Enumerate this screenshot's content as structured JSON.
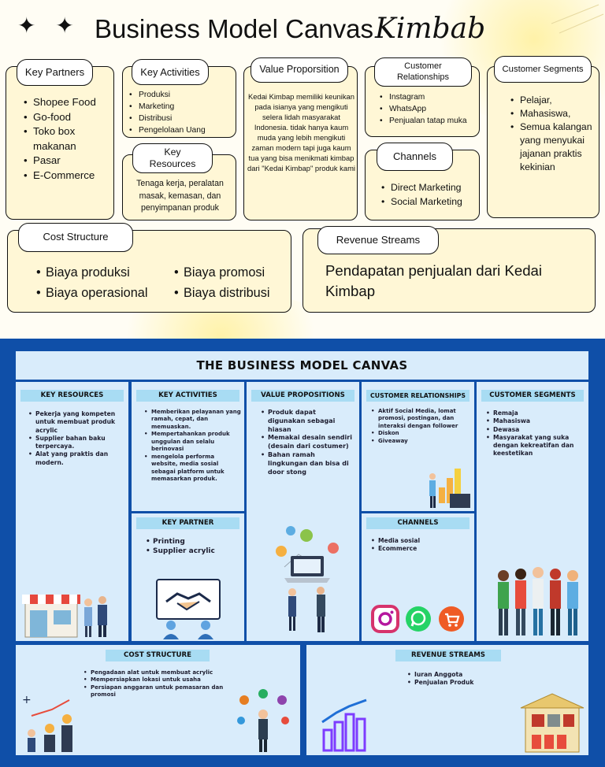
{
  "top": {
    "stars": "✦ ✦",
    "title_main": "Business Model Canvas",
    "title_script": "Kimbab",
    "key_partners": {
      "heading": "Key Partners",
      "items": [
        "Shopee Food",
        "Go-food",
        "Toko box makanan",
        "Pasar",
        "E-Commerce"
      ]
    },
    "key_activities": {
      "heading": "Key Activities",
      "items": [
        "Produksi",
        "Marketing",
        "Distribusi",
        "Pengelolaan Uang"
      ]
    },
    "key_resources": {
      "heading": "Key Resources",
      "text": "Tenaga kerja, peralatan masak, kemasan, dan penyimpanan produk"
    },
    "value_proposition": {
      "heading": "Value Proporsition",
      "text": "Kedai Kimbap memiliki keunikan pada isianya yang mengikuti selera lidah masyarakat Indonesia. tidak hanya kaum muda yang lebih mengikuti zaman modern tapi juga kaum tua yang bisa menikmati kimbap dari \"Kedai Kimbap\" produk kami"
    },
    "customer_relationships": {
      "heading": "Customer Relationships",
      "items": [
        "Instagram",
        "WhatsApp",
        "Penjualan tatap muka"
      ]
    },
    "channels": {
      "heading": "Channels",
      "items": [
        "Direct Marketing",
        "Social Marketing"
      ]
    },
    "customer_segments": {
      "heading": "Customer Segments",
      "items": [
        "Pelajar,",
        "Mahasiswa,",
        "Semua kalangan yang menyukai jajanan praktis kekinian"
      ]
    },
    "cost_structure": {
      "heading": "Cost Structure",
      "items": [
        "Biaya produksi",
        "Biaya operasional",
        "Biaya promosi",
        "Biaya distribusi"
      ]
    },
    "revenue_streams": {
      "heading": "Revenue Streams",
      "text": "Pendapatan penjualan dari Kedai Kimbap"
    }
  },
  "bottom": {
    "title": "THE BUSINESS MODEL CANVAS",
    "key_resources": {
      "heading": "KEY RESOURCES",
      "items": [
        "Pekerja yang kompeten untuk membuat produk acrylic",
        "Supplier bahan baku terpercaya.",
        "Alat yang praktis dan modern."
      ]
    },
    "key_activities": {
      "heading": "KEY ACTIVITIES",
      "items": [
        "Memberikan pelayanan yang ramah, cepat, dan memuaskan.",
        "Mempertahankan produk unggulan dan selalu berinovasi",
        "mengelola performa website, media sosial sebagai platform untuk memasarkan produk."
      ]
    },
    "key_partner": {
      "heading": "KEY PARTNER",
      "items": [
        "Printing",
        "Supplier acrylic"
      ]
    },
    "value_propositions": {
      "heading": "VALUE PROPOSITIONS",
      "items": [
        "Produk dapat digunakan sebagai hiasan",
        "Memakai desain sendiri (desain dari costumer)",
        "Bahan ramah lingkungan dan bisa di door stong"
      ]
    },
    "customer_relationships": {
      "heading": "CUSTOMER RELATIONSHIPS",
      "items": [
        "Aktif Social Media, lomat promosi, postingan, dan interaksi dengan follower",
        "Diskon",
        "Giveaway"
      ]
    },
    "channels": {
      "heading": "CHANNELS",
      "items": [
        "Media sosial",
        "Ecommerce"
      ]
    },
    "customer_segments": {
      "heading": "CUSTOMER SEGMENTS",
      "items": [
        "Remaja",
        "Mahasiswa",
        "Dewasa",
        "Masyarakat yang suka dengan kekreatifan dan keestetikan"
      ]
    },
    "cost_structure": {
      "heading": "COST STRUCTURE",
      "items": [
        "Pengadaan alat untuk membuat acrylic",
        "Mempersiapkan lokasi untuk usaha",
        "Persiapan anggaran untuk pemasaran dan promosi"
      ]
    },
    "revenue_streams": {
      "heading": "REVENUE STREAMS",
      "items": [
        "Iuran Anggota",
        "Penjualan Produk"
      ]
    },
    "colors": {
      "frame": "#0f4fa8",
      "cell": "#d9ecfb",
      "header": "#a8dcf3",
      "top_card": "#fff7d6"
    },
    "icons": [
      "storefront-illustration",
      "handshake-icon",
      "team-illustration",
      "instagram-icon",
      "whatsapp-icon",
      "shop-icon",
      "growth-chart-illustration",
      "people-group-illustration",
      "bar-chart-icon",
      "shop-building-illustration"
    ]
  }
}
